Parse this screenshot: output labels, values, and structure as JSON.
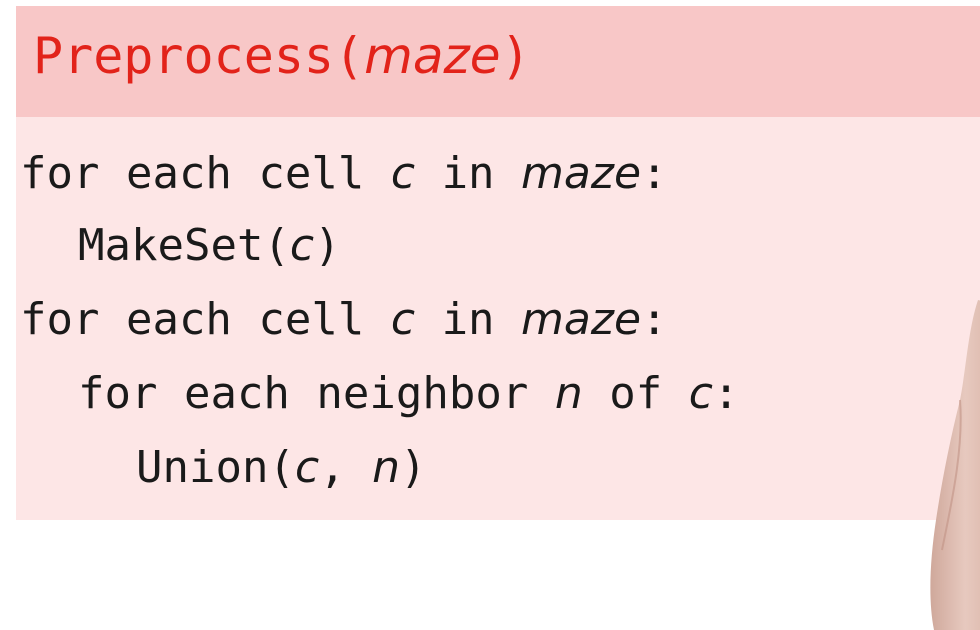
{
  "slide": {
    "header": {
      "function_name": "Preprocess(",
      "parameter": "maze",
      "close_paren": ")"
    },
    "code": {
      "line1": {
        "text_a": "for each cell ",
        "var_a": "c",
        "text_b": " in ",
        "var_b": "maze",
        "text_c": ":"
      },
      "line2": {
        "text_a": "MakeSet(",
        "var_a": "c",
        "text_b": ")"
      },
      "line3": {
        "text_a": "for each cell ",
        "var_a": "c",
        "text_b": " in ",
        "var_b": "maze",
        "text_c": ":"
      },
      "line4": {
        "text_a": "for each neighbor ",
        "var_a": "n",
        "text_b": " of ",
        "var_b": "c",
        "text_c": ":"
      },
      "line5": {
        "text_a": "Union(",
        "var_a": "c",
        "text_b": ", ",
        "var_b": "n",
        "text_c": ")"
      }
    },
    "colors": {
      "header_background": "#f8c7c7",
      "body_background": "#fde6e6",
      "title_text": "#e2231a",
      "code_text": "#1a1a1a"
    }
  }
}
